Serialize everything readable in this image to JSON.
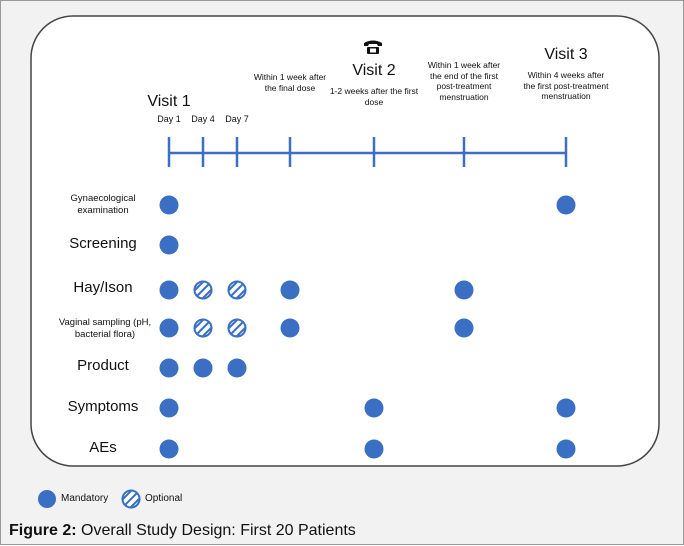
{
  "visits": [
    {
      "label": "Visit 1"
    },
    {
      "label": "Visit 2"
    },
    {
      "label": "Visit 3"
    }
  ],
  "timepoints": [
    {
      "label": "Day 1"
    },
    {
      "label": "Day 4"
    },
    {
      "label": "Day 7"
    },
    {
      "label": "Within 1 week after the final dose"
    },
    {
      "label": "1-2 weeks after the first dose"
    },
    {
      "label": "Within 1 week after the end of the first post-treatment menstruation"
    },
    {
      "label": "Within 4 weeks after the first post-treatment menstruation"
    }
  ],
  "visit2_icon": "telephone-icon",
  "rows": [
    {
      "label": "Gynaecological examination",
      "marks": [
        "M",
        "",
        "",
        "",
        "",
        "",
        "M"
      ]
    },
    {
      "label": "Screening",
      "marks": [
        "M",
        "",
        "",
        "",
        "",
        "",
        ""
      ]
    },
    {
      "label": "Hay/Ison",
      "marks": [
        "M",
        "O",
        "O",
        "M",
        "",
        "M",
        ""
      ]
    },
    {
      "label": "Vaginal sampling (pH, bacterial flora)",
      "marks": [
        "M",
        "O",
        "O",
        "M",
        "",
        "M",
        ""
      ]
    },
    {
      "label": "Product",
      "marks": [
        "M",
        "M",
        "M",
        "",
        "",
        "",
        ""
      ]
    },
    {
      "label": "Symptoms",
      "marks": [
        "M",
        "",
        "",
        "",
        "M",
        "",
        "M"
      ]
    },
    {
      "label": "AEs",
      "marks": [
        "M",
        "",
        "",
        "",
        "M",
        "",
        "M"
      ]
    }
  ],
  "legend": {
    "mandatory": "Mandatory",
    "optional": "Optional"
  },
  "caption": {
    "prefix": "Figure 2:",
    "text": "Overall Study Design: First 20 Patients"
  },
  "colors": {
    "mandatory": "#3a6fc4",
    "timeline": "#3a6fc4",
    "optional_stroke": "#3a6fc4"
  }
}
